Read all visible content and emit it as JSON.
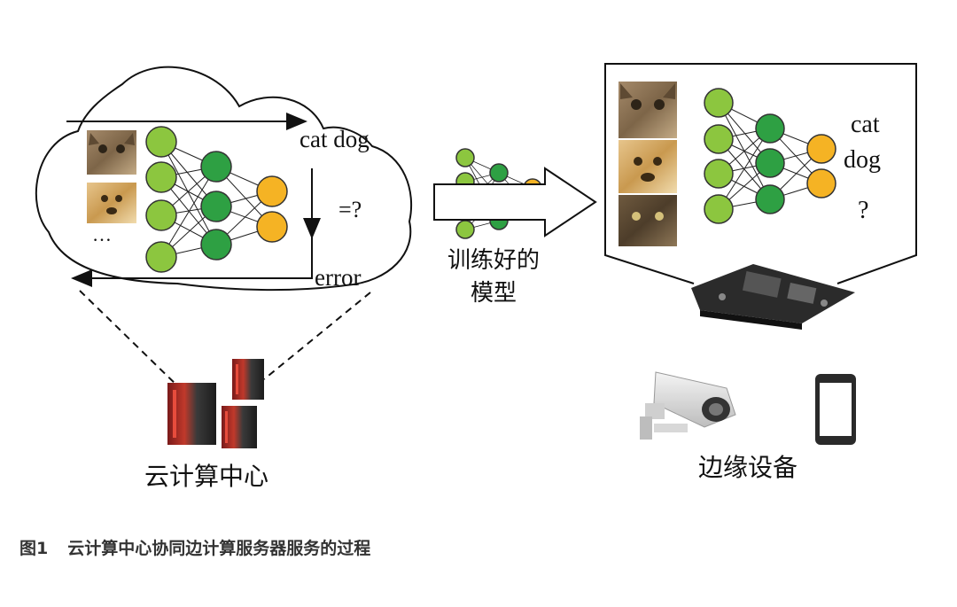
{
  "diagram": {
    "cloud_panel": {
      "labels": {
        "cat_dog": "cat dog",
        "equals_q": "=?",
        "error": "error",
        "ellipsis": "…"
      }
    },
    "cloud_center": {
      "label": "云计算中心"
    },
    "transfer": {
      "label_line1": "训练好的",
      "label_line2": "模型"
    },
    "edge_panel": {
      "labels": {
        "cat": "cat",
        "dog": "dog",
        "question": "?"
      }
    },
    "edge_devices": {
      "label": "边缘设备"
    },
    "colors": {
      "input_node": "#8cc63f",
      "hidden_node": "#2ea043",
      "output_node": "#f5b324",
      "node_stroke": "#333333",
      "server_red": "#c0392b"
    }
  },
  "caption": {
    "number": "图1",
    "text": "云计算中心协同边计算服务器服务的过程"
  }
}
